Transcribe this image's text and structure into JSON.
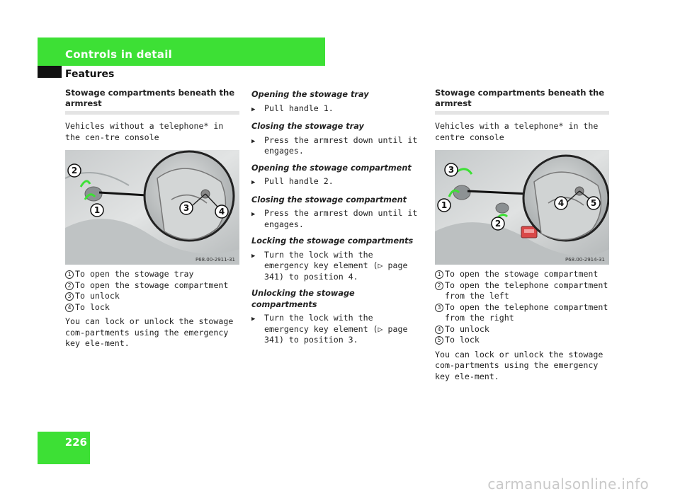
{
  "header": {
    "title": "Controls in detail",
    "section": "Features"
  },
  "page_number": "226",
  "watermark": "carmanualsonline.info",
  "colors": {
    "accent_green": "#3de035",
    "tab_black": "#111111",
    "rule_gray": "#e4e4e4"
  },
  "left_column": {
    "heading": "Stowage compartments beneath the armrest",
    "intro": "Vehicles without a telephone* in the cen-tre console",
    "figure": {
      "code": "P68.00-2911-31",
      "callouts": [
        "1",
        "2",
        "3",
        "4"
      ]
    },
    "legend": [
      {
        "num": "1",
        "text": "To open the stowage tray"
      },
      {
        "num": "2",
        "text": "To open the stowage compartment"
      },
      {
        "num": "3",
        "text": "To unlock"
      },
      {
        "num": "4",
        "text": "To lock"
      }
    ],
    "body": "You can lock or unlock the stowage com-partments using the emergency key ele-ment."
  },
  "middle_column": {
    "sections": [
      {
        "heading": "Opening the stowage tray",
        "steps": [
          "Pull handle 1."
        ]
      },
      {
        "heading": "Closing the stowage tray",
        "steps": [
          "Press the armrest down until it engages."
        ]
      },
      {
        "heading": "Opening the stowage compartment",
        "steps": [
          "Pull handle 2."
        ]
      },
      {
        "heading": "Closing the stowage compartment",
        "steps": [
          "Press the armrest down until it engages."
        ]
      },
      {
        "heading": "Locking the stowage compartments",
        "steps": [
          "Turn the lock with the emergency key element (▷ page 341) to position 4."
        ]
      },
      {
        "heading": "Unlocking the stowage compartments",
        "steps": [
          "Turn the lock with the emergency key element (▷ page 341) to position 3."
        ]
      }
    ]
  },
  "right_column": {
    "heading": "Stowage compartments beneath the armrest",
    "intro": "Vehicles with a telephone* in the centre console",
    "figure": {
      "code": "P68.00-2914-31",
      "callouts": [
        "1",
        "2",
        "3",
        "4",
        "5"
      ]
    },
    "legend": [
      {
        "num": "1",
        "text": "To open the stowage compartment"
      },
      {
        "num": "2",
        "text": "To open the telephone compartment from the left"
      },
      {
        "num": "3",
        "text": "To open the telephone compartment from the right"
      },
      {
        "num": "4",
        "text": "To unlock"
      },
      {
        "num": "5",
        "text": "To lock"
      }
    ],
    "body": "You can lock or unlock the stowage com-partments using the emergency key ele-ment."
  }
}
